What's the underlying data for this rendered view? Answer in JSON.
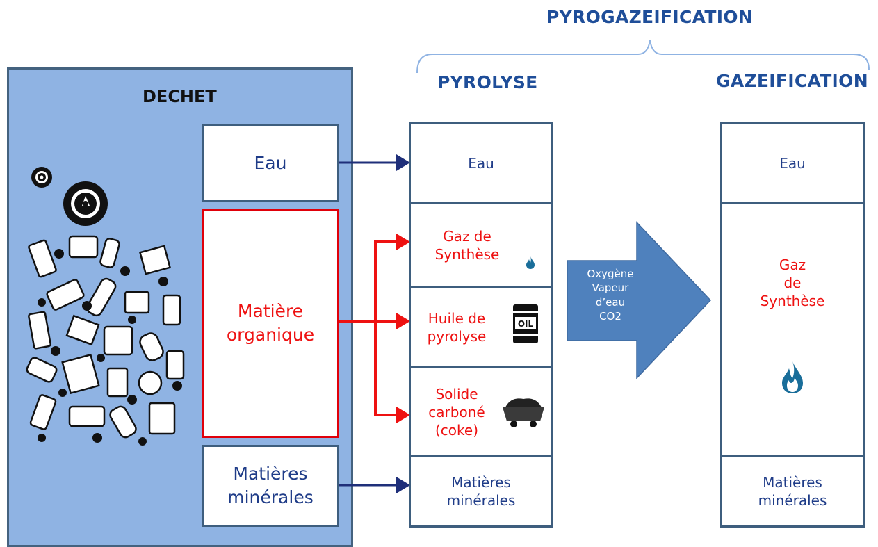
{
  "header": {
    "pyrogazeification": "PYROGAZEIFICATION",
    "pyrolyse": "PYROLYSE",
    "gazeification": "GAZEIFICATION"
  },
  "dechet": {
    "title": "DECHET",
    "eau": "Eau",
    "matiere_organique": "Matière\norganique",
    "matieres_minerales": "Matières\nminérales"
  },
  "pyrolyse": {
    "eau": "Eau",
    "gaz": "Gaz de\nSynthèse",
    "huile": "Huile de\npyrolyse",
    "solide": "Solide\ncarboné\n(coke)",
    "minerales": "Matières\nminérales",
    "oil_label": "OIL"
  },
  "arrow": {
    "label": "Oxygène\nVapeur\nd’eau\nCO2"
  },
  "gazeification": {
    "eau": "Eau",
    "gaz": "Gaz\nde\nSynthèse",
    "minerales": "Matières\nminérales"
  },
  "colors": {
    "navy": "#1f3c88",
    "red": "#ee1111",
    "panel_blue": "#8fb3e3",
    "arrow_blue": "#4f81bd",
    "flame": "#1a6e9a"
  },
  "icons": [
    "tire-icon",
    "waste-pile-icon",
    "flame-icon",
    "oil-barrel-icon",
    "coal-cart-icon"
  ]
}
